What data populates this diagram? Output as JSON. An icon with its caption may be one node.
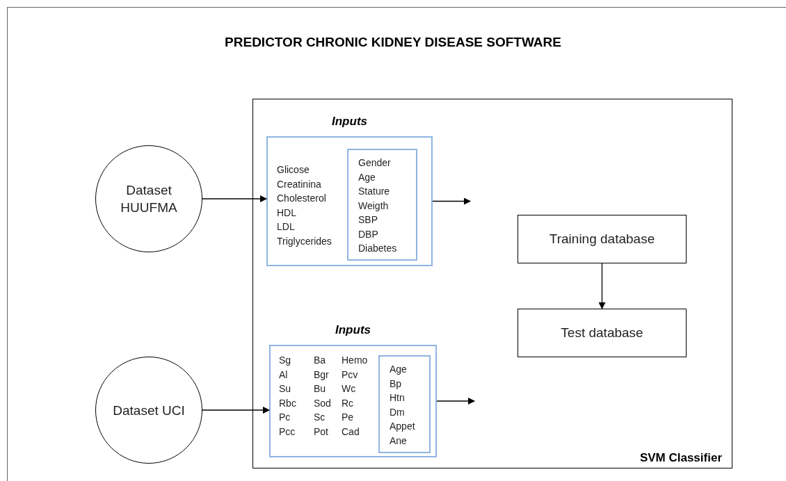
{
  "diagram": {
    "title": "PREDICTOR CHRONIC KIDNEY DISEASE SOFTWARE",
    "nodes": [
      {
        "text": [
          "SVM Classifier"
        ]
      },
      {
        "text": [
          "Dataset HUUFMA"
        ]
      },
      {
        "text": [
          "Inputs",
          "Glicose Creatinina Cholesterol HDL LDL Triglycerides"
        ],
        "in": 0
      },
      {
        "text": [
          "Gender Age Stature Weigth SBP DBP Diabetes"
        ],
        "in": 2
      },
      {
        "text": [
          "Dataset UCI"
        ]
      },
      {
        "text": [
          "Inputs",
          "Sg Al Su Rbc Pc Pcc",
          "Ba Bgr Bu Sod Sc Pot",
          "Hemo Pcv Wc Rc Pe Cad"
        ],
        "in": 0
      },
      {
        "text": [
          "Age Bp Htn Dm Appet Ane"
        ],
        "in": 5
      },
      {
        "text": [
          "Training database"
        ],
        "in": 0
      },
      {
        "text": [
          "Test database"
        ],
        "in": 0
      }
    ],
    "edges": [
      {
        "from": 1,
        "to": 2,
        "arrow": "to"
      },
      {
        "from": 2,
        "to": null,
        "arrow": "to"
      },
      {
        "from": 4,
        "to": 5,
        "arrow": "to"
      },
      {
        "from": 5,
        "to": null,
        "arrow": "to"
      },
      {
        "from": 7,
        "to": 8,
        "arrow": "to"
      }
    ]
  }
}
